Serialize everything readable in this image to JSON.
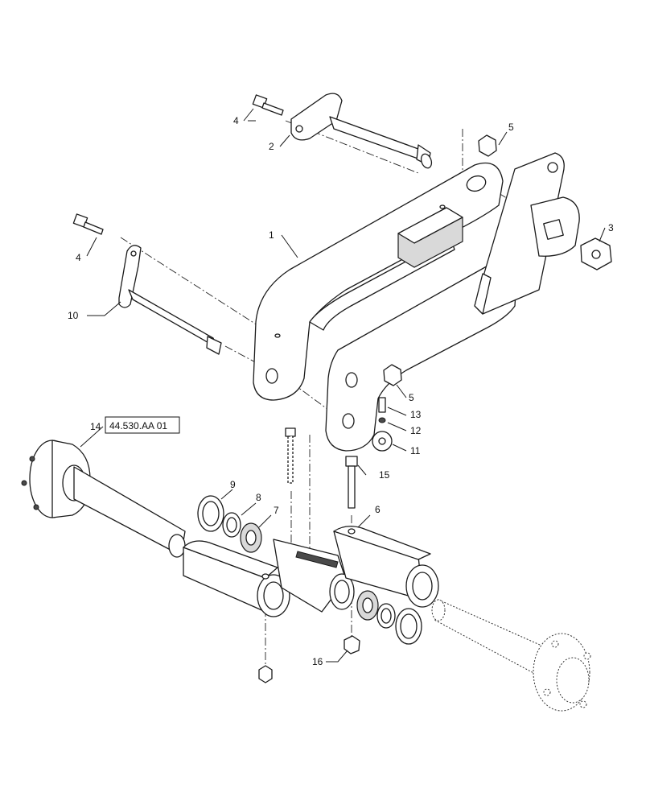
{
  "callouts": [
    {
      "id": "c1",
      "label": "1"
    },
    {
      "id": "c2",
      "label": "2"
    },
    {
      "id": "c3",
      "label": "3"
    },
    {
      "id": "c4a",
      "label": "4"
    },
    {
      "id": "c4b",
      "label": "4"
    },
    {
      "id": "c5a",
      "label": "5"
    },
    {
      "id": "c5b",
      "label": "5"
    },
    {
      "id": "c6",
      "label": "6"
    },
    {
      "id": "c7",
      "label": "7"
    },
    {
      "id": "c8",
      "label": "8"
    },
    {
      "id": "c9",
      "label": "9"
    },
    {
      "id": "c10",
      "label": "10"
    },
    {
      "id": "c11",
      "label": "11"
    },
    {
      "id": "c12",
      "label": "12"
    },
    {
      "id": "c13",
      "label": "13"
    },
    {
      "id": "c14",
      "label": "14"
    },
    {
      "id": "c15",
      "label": "15"
    },
    {
      "id": "c16",
      "label": "16"
    }
  ],
  "reference": {
    "label": "44.530.AA 01"
  }
}
